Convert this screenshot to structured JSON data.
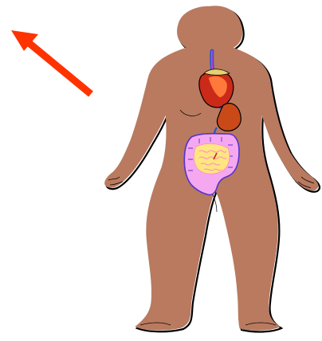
{
  "colors": {
    "background": "#ffffff",
    "skin": "#b97a60",
    "outline": "#000000",
    "arrow": "#ff3300",
    "esophagus": "#3355cc",
    "esophagus_hi": "#cc44cc",
    "liver": "#cc2a18",
    "liver_hi": "#ff7a3a",
    "liver_top": "#e6d070",
    "stomach": "#c94a18",
    "colon": "#f5a8f0",
    "colon_edge": "#5533cc",
    "intestine": "#ffe680",
    "intestine_lines": "#ff88cc"
  },
  "figure": {
    "subject": "human-body-silhouette",
    "organs": [
      "esophagus",
      "liver",
      "stomach",
      "large-intestine",
      "small-intestine"
    ]
  },
  "arrow": {
    "icon": "arrow-up-left-icon"
  }
}
